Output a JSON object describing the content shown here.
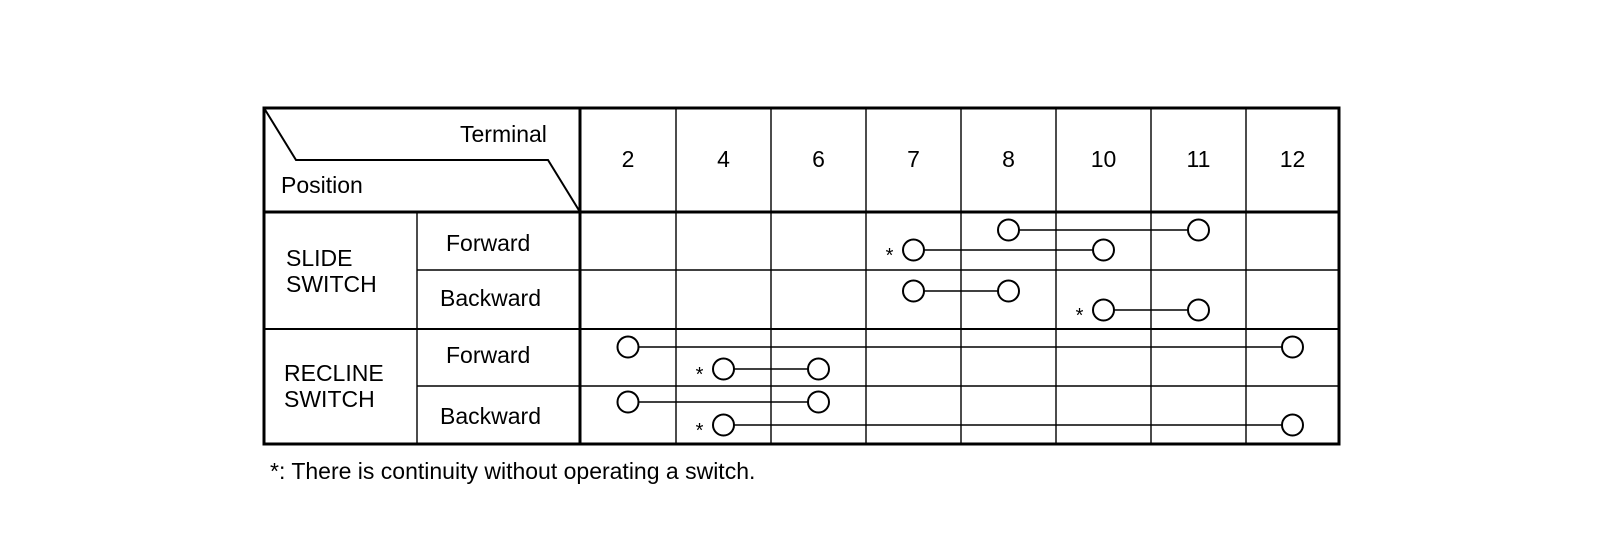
{
  "table": {
    "header_terminal": "Terminal",
    "header_position": "Position",
    "terminals": [
      "2",
      "4",
      "6",
      "7",
      "8",
      "10",
      "11",
      "12"
    ],
    "groups": [
      {
        "name_lines": [
          "SLIDE",
          "SWITCH"
        ],
        "positions": [
          "Forward",
          "Backward"
        ]
      },
      {
        "name_lines": [
          "RECLINE",
          "SWITCH"
        ],
        "positions": [
          "Forward",
          "Backward"
        ]
      }
    ]
  },
  "continuity": [
    {
      "group": 0,
      "position": 0,
      "from": "8",
      "to": "11",
      "always": false
    },
    {
      "group": 0,
      "position": 0,
      "from": "7",
      "to": "10",
      "always": true
    },
    {
      "group": 0,
      "position": 1,
      "from": "7",
      "to": "8",
      "always": false
    },
    {
      "group": 0,
      "position": 1,
      "from": "10",
      "to": "11",
      "always": true
    },
    {
      "group": 1,
      "position": 0,
      "from": "2",
      "to": "12",
      "always": false
    },
    {
      "group": 1,
      "position": 0,
      "from": "4",
      "to": "6",
      "always": true
    },
    {
      "group": 1,
      "position": 1,
      "from": "2",
      "to": "6",
      "always": false
    },
    {
      "group": 1,
      "position": 1,
      "from": "4",
      "to": "12",
      "always": true
    }
  ],
  "asterisk": "*",
  "footnote": "*: There is continuity without operating a switch."
}
